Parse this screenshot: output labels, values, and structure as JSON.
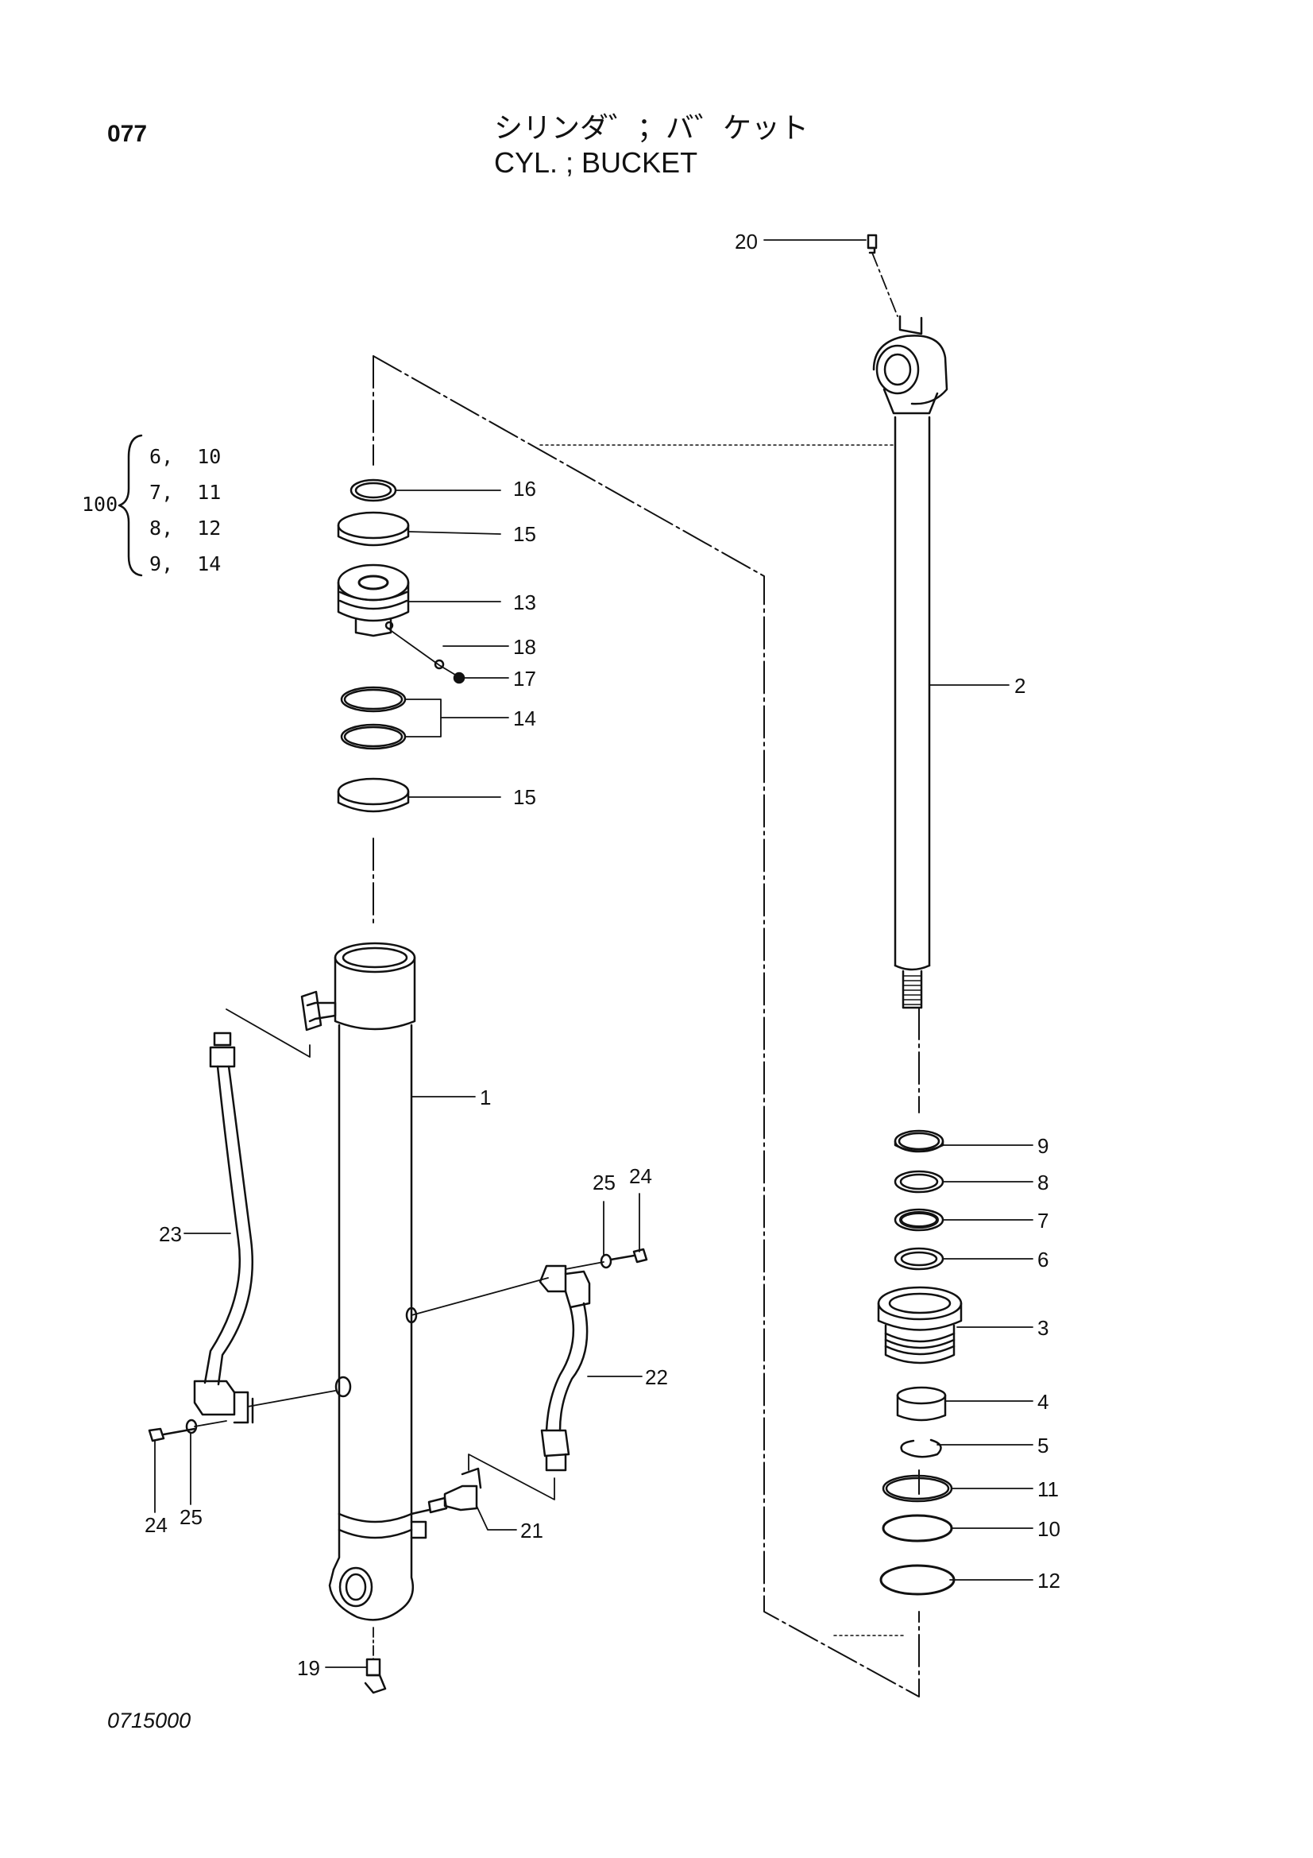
{
  "page": {
    "number": "077",
    "title_jp": "シリンダ゛；バ゛ケット",
    "title_en": "CYL. ; BUCKET",
    "drawing_code": "0715000"
  },
  "kit": {
    "number": "100",
    "rows": [
      {
        "a": "6",
        "b": "10"
      },
      {
        "a": "7",
        "b": "11"
      },
      {
        "a": "8",
        "b": "12"
      },
      {
        "a": "9",
        "b": "14"
      }
    ]
  },
  "callouts": {
    "c1": "1",
    "c2": "2",
    "c3": "3",
    "c4": "4",
    "c5": "5",
    "c6": "6",
    "c7": "7",
    "c8": "8",
    "c9": "9",
    "c10": "10",
    "c11": "11",
    "c12": "12",
    "c13": "13",
    "c14": "14",
    "c15a": "15",
    "c15b": "15",
    "c16": "16",
    "c17": "17",
    "c18": "18",
    "c19": "19",
    "c20": "20",
    "c21": "21",
    "c22": "22",
    "c23": "23",
    "c24a": "24",
    "c24b": "24",
    "c25a": "25",
    "c25b": "25"
  }
}
